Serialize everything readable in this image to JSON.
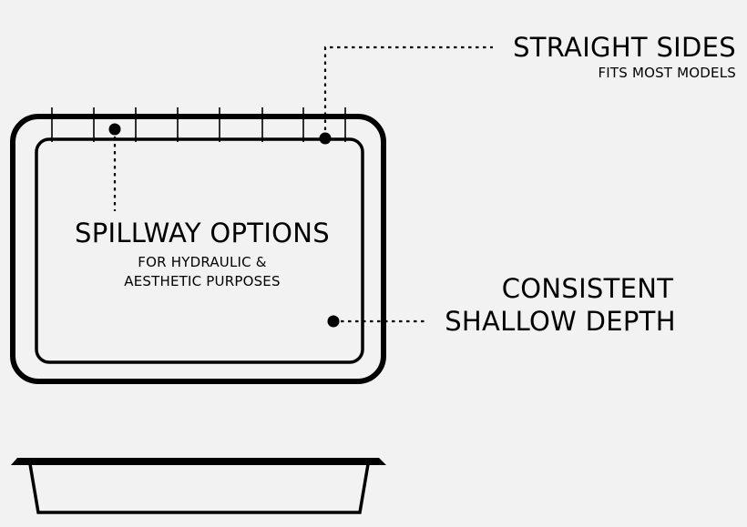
{
  "palette": {
    "background": "#f2f2f2",
    "ink": "#000000"
  },
  "labels": {
    "straight_sides": {
      "title": "STRAIGHT SIDES",
      "subtitle": "FITS MOST MODELS"
    },
    "spillway": {
      "title": "SPILLWAY OPTIONS",
      "subtitle_line1": "FOR HYDRAULIC &",
      "subtitle_line2": "AESTHETIC PURPOSES"
    },
    "depth": {
      "line1": "CONSISTENT",
      "line2": "SHALLOW DEPTH"
    }
  },
  "icons": {
    "tray_top_view": "tray-top-view-icon",
    "tray_side_profile": "tray-side-profile-icon",
    "callout_dot": "callout-dot-icon"
  }
}
